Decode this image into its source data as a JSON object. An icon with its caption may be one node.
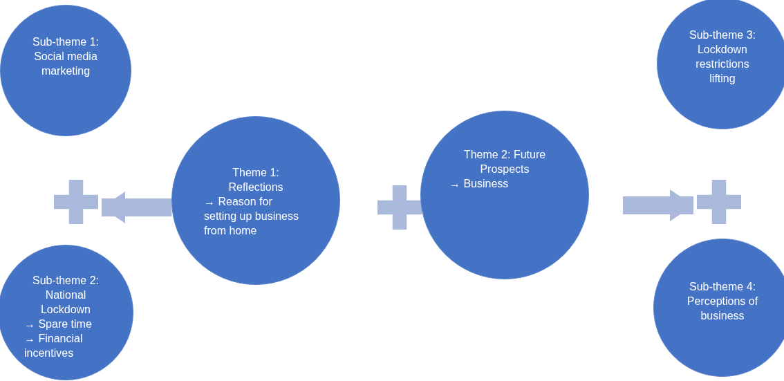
{
  "diagram": {
    "nodes": [
      {
        "text": [
          "Sub-theme 1: Social media marketing"
        ]
      },
      {
        "text": [
          "Sub-theme 3: Lockdown restrictions lifting"
        ]
      },
      {
        "text": [
          "Theme 1: Reflections",
          "→ Reason for setting up business from home"
        ]
      },
      {
        "text": [
          "Theme 2: Future Prospects",
          "→ Business"
        ]
      },
      {
        "text": [],
        "shape": "cross"
      },
      {
        "text": [],
        "shape": "cross"
      },
      {
        "text": [
          "Sub-theme 2: National Lockdown",
          "→ Spare time",
          "→ Financial incentives"
        ]
      },
      {
        "text": [
          "Sub-theme 4: Perceptions of business"
        ]
      }
    ],
    "edges": [
      {
        "from": 2,
        "to": 4,
        "arrow": "to"
      },
      {
        "from": 3,
        "to": 5,
        "arrow": "to"
      }
    ]
  }
}
